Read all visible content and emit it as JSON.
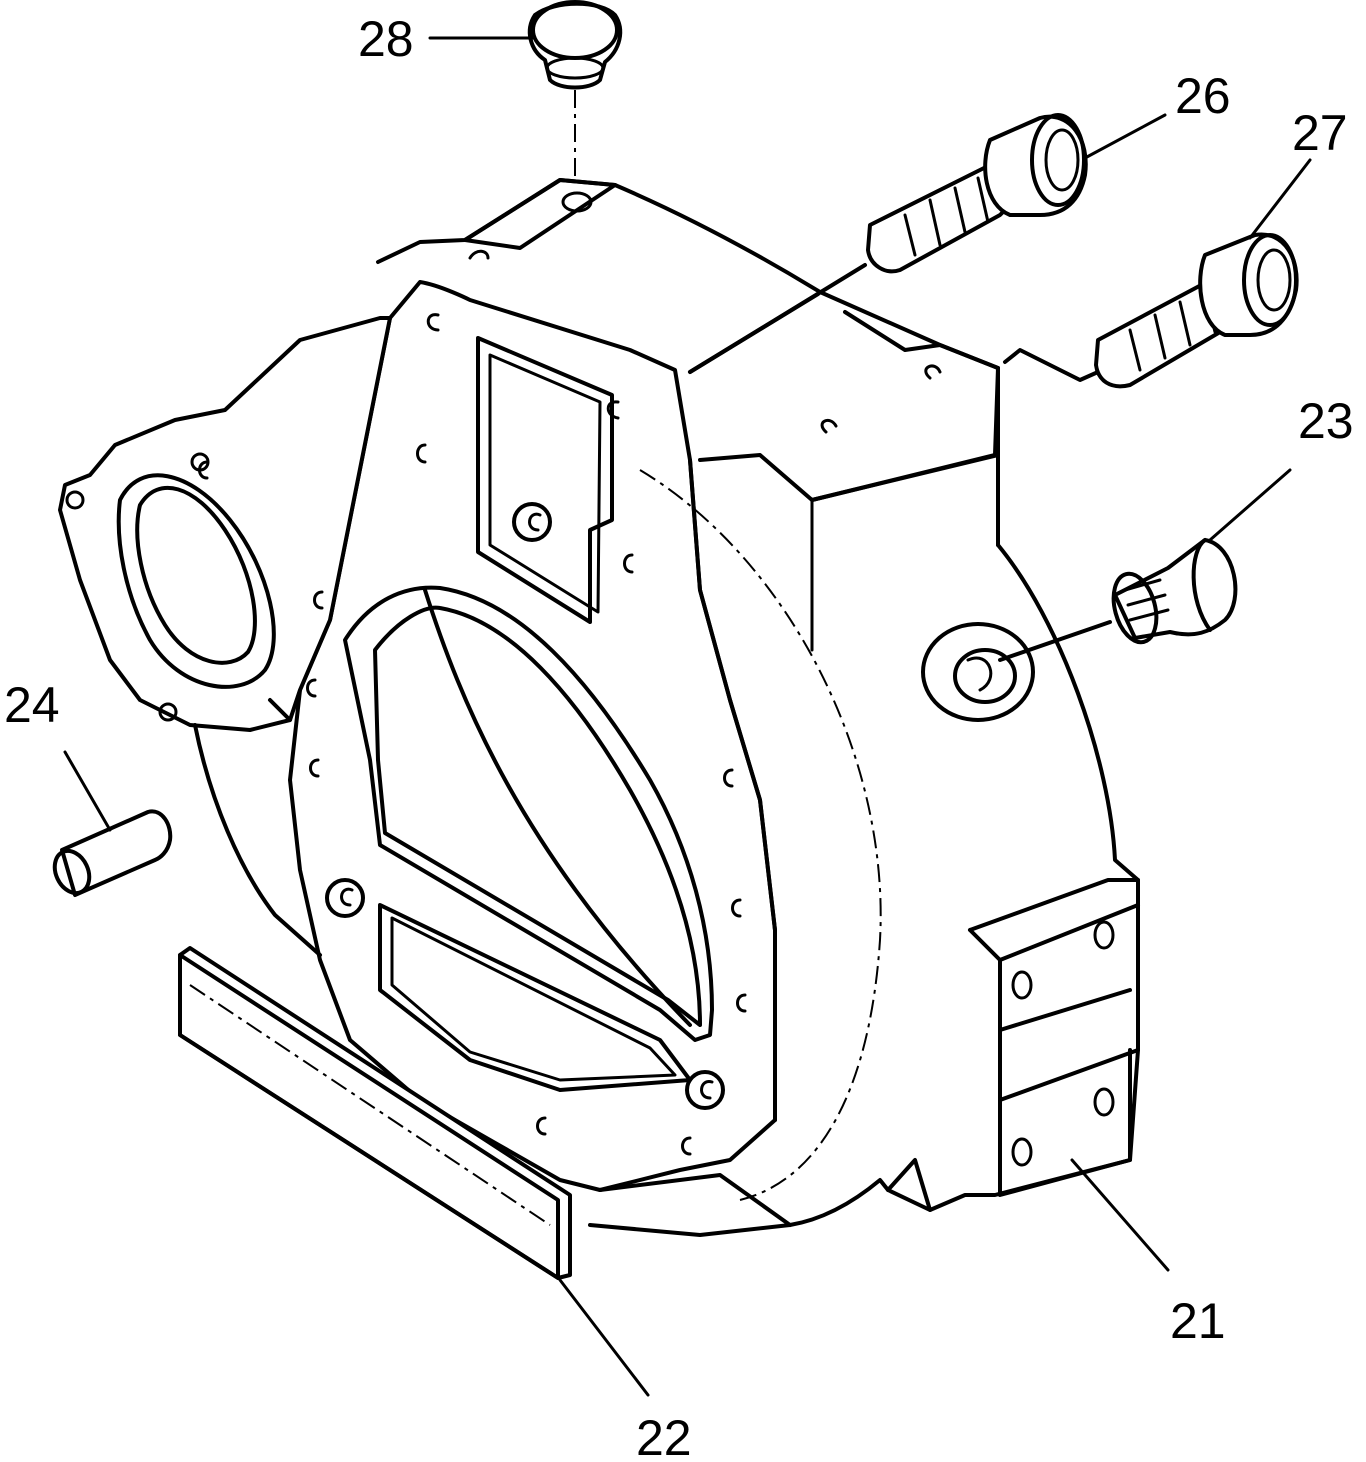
{
  "labels": {
    "l21": "21",
    "l22": "22",
    "l23": "23",
    "l24": "24",
    "l26": "26",
    "l27": "27",
    "l28": "28"
  }
}
